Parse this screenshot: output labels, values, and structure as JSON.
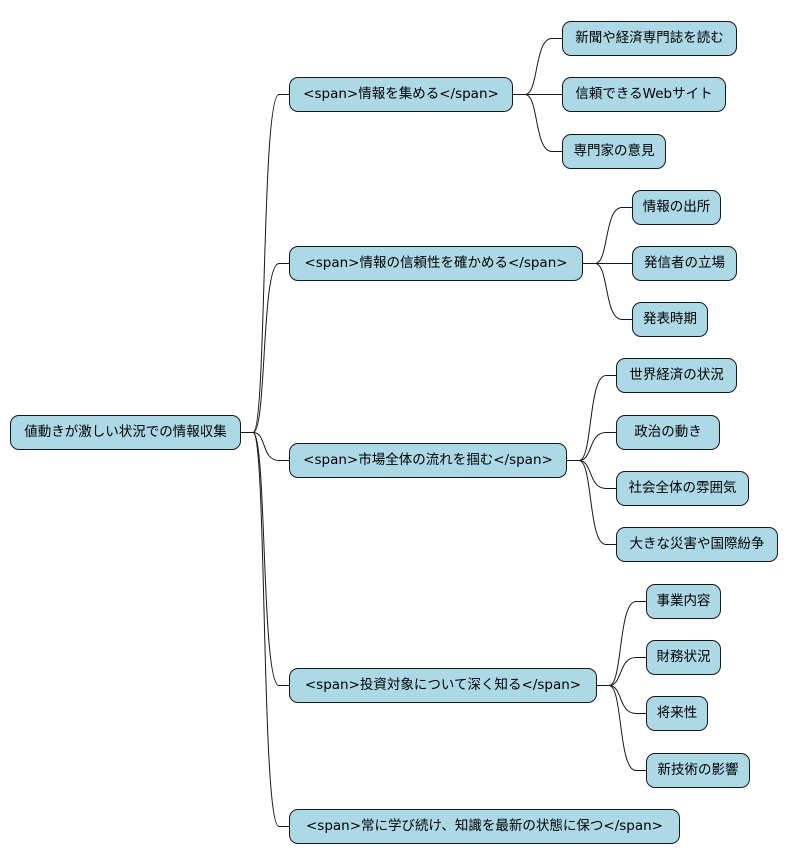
{
  "diagram": {
    "type": "mindmap",
    "colors": {
      "node_fill": "#add8e6",
      "node_border": "#181818",
      "edge": "#181818",
      "text": "#000000",
      "background": "#ffffff"
    },
    "root": {
      "label": "値動きが激しい状況での情報収集",
      "branches": [
        {
          "label": "<span>情報を集める</span>",
          "children": [
            "新聞や経済専門誌を読む",
            "信頼できるWebサイト",
            "専門家の意見"
          ]
        },
        {
          "label": "<span>情報の信頼性を確かめる</span>",
          "children": [
            "情報の出所",
            "発信者の立場",
            "発表時期"
          ]
        },
        {
          "label": "<span>市場全体の流れを掴む</span>",
          "children": [
            "世界経済の状況",
            "政治の動き",
            "社会全体の雰囲気",
            "大きな災害や国際紛争"
          ]
        },
        {
          "label": "<span>投資対象について深く知る</span>",
          "children": [
            "事業内容",
            "財務状況",
            "将来性",
            "新技術の影響"
          ]
        },
        {
          "label": "<span>常に学び続け、知識を最新の状態に保つ</span>",
          "children": []
        }
      ]
    }
  }
}
